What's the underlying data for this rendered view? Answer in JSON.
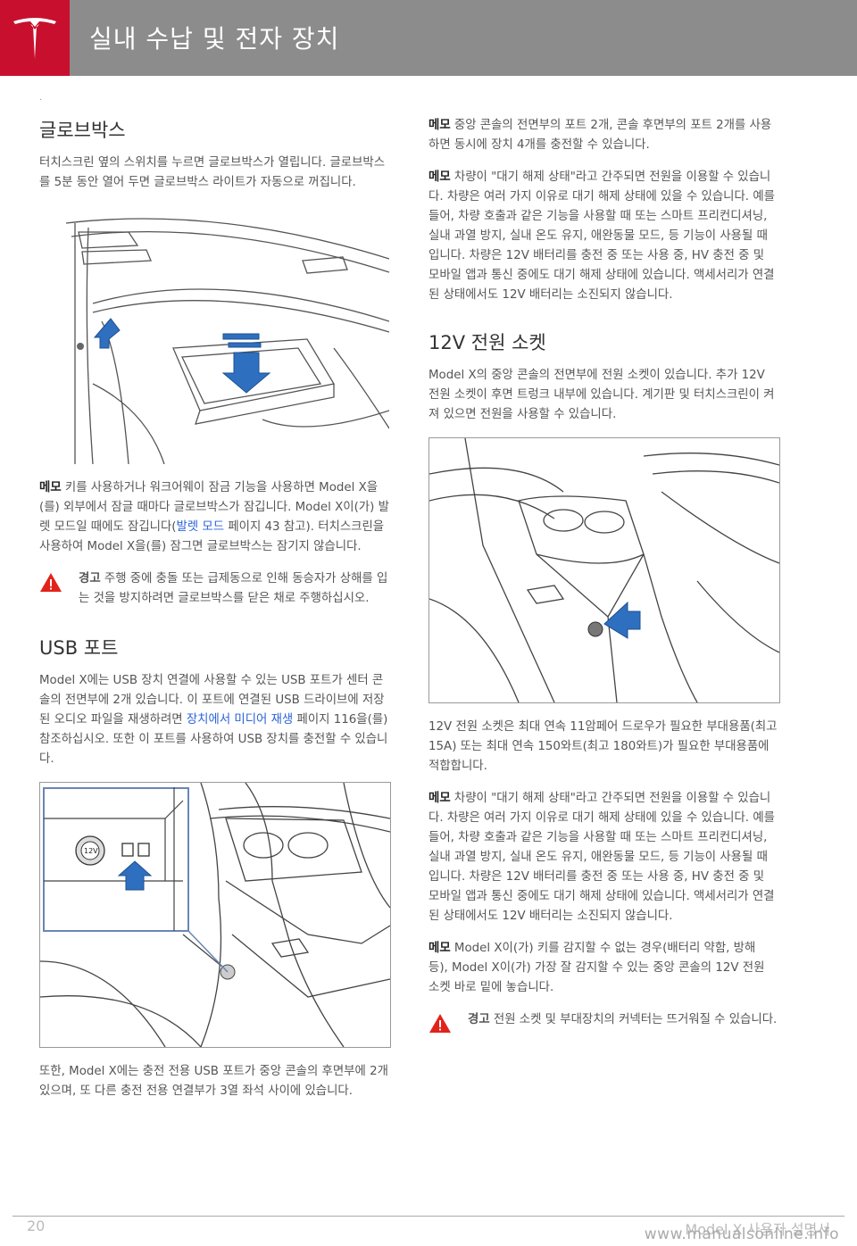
{
  "header": {
    "title": "실내 수납 및 전자 장치"
  },
  "left": {
    "glovebox": {
      "heading": "글로브박스",
      "para1": "터치스크린 옆의 스위치를 누르면 글로브박스가 열립니다. 글로브박스를 5분 동안 열어 두면 글로브박스 라이트가 자동으로 꺼집니다.",
      "note_label": "메모",
      "note_text1": " 키를 사용하거나 워크어웨이 잠금 기능을 사용하면 Model X을(를) 외부에서 잠글 때마다 글로브박스가 잠깁니다. Model X이(가) 발렛 모드일 때에도 잠깁니다(",
      "note_link": "발렛 모드",
      "note_text2": " 페이지 43 참고). 터치스크린을 사용하여 Model X을(를) 잠그면 글로브박스는 잠기지 않습니다.",
      "warning_label": "경고",
      "warning_text": " 주행 중에 충돌 또는 급제동으로 인해 동승자가 상해를 입는 것을 방지하려면 글로브박스를 닫은 채로 주행하십시오."
    },
    "usb": {
      "heading": "USB 포트",
      "para_text1": "Model X에는 USB 장치 연결에 사용할 수 있는 USB 포트가 센터 콘솔의 전면부에 2개 있습니다. 이 포트에 연결된 USB 드라이브에 저장된 오디오 파일을 재생하려면 ",
      "para_link": "장치에서 미디어 재생",
      "para_text2": " 페이지 116을(를) 참조하십시오. 또한 이 포트를 사용하여 USB 장치를 충전할 수 있습니다.",
      "inset_label": "12V",
      "para2": "또한, Model X에는 충전 전용 USB 포트가 중앙 콘솔의 후면부에 2개 있으며, 또 다른 충전 전용 연결부가 3열 좌석 사이에 있습니다."
    }
  },
  "right": {
    "note1_label": "메모",
    "note1_text": " 중앙 콘솔의 전면부의 포트 2개, 콘솔 후면부의 포트 2개를 사용하면 동시에 장치 4개를 충전할 수 있습니다.",
    "note2_label": "메모",
    "note2_text": " 차량이 \"대기 해제 상태\"라고 간주되면 전원을 이용할 수 있습니다. 차량은 여러 가지 이유로 대기 해제 상태에 있을 수 있습니다. 예를 들어, 차량 호출과 같은 기능을 사용할 때 또는 스마트 프리컨디셔닝, 실내 과열 방지, 실내 온도 유지, 애완동물 모드, 등 기능이 사용될 때입니다. 차량은 12V 배터리를 충전 중 또는 사용 중, HV 충전 중 및 모바일 앱과 통신 중에도 대기 해제 상태에 있습니다. 액세서리가 연결된 상태에서도 12V 배터리는 소진되지 않습니다.",
    "socket": {
      "heading": "12V 전원 소켓",
      "para1": "Model X의 중앙 콘솔의 전면부에 전원 소켓이 있습니다. 추가 12V 전원 소켓이 후면 트렁크 내부에 있습니다. 계기판 및 터치스크린이 켜져 있으면 전원을 사용할 수 있습니다.",
      "para2": "12V 전원 소켓은 최대 연속 11암페어 드로우가 필요한 부대용품(최고 15A) 또는 최대 연속 150와트(최고 180와트)가 필요한 부대용품에 적합합니다.",
      "note3_label": "메모",
      "note3_text": " 차량이 \"대기 해제 상태\"라고 간주되면 전원을 이용할 수 있습니다. 차량은 여러 가지 이유로 대기 해제 상태에 있을 수 있습니다. 예를 들어, 차량 호출과 같은 기능을 사용할 때 또는 스마트 프리컨디셔닝, 실내 과열 방지, 실내 온도 유지, 애완동물 모드, 등 기능이 사용될 때입니다. 차량은 12V 배터리를 충전 중 또는 사용 중, HV 충전 중 및 모바일 앱과 통신 중에도 대기 해제 상태에 있습니다. 액세서리가 연결된 상태에서도 12V 배터리는 소진되지 않습니다.",
      "note4_label": "메모",
      "note4_text": " Model X이(가) 키를 감지할 수 없는 경우(배터리 약함, 방해 등), Model X이(가) 가장 잘 감지할 수 있는 중앙 콘솔의 12V 전원 소켓 바로 밑에 놓습니다.",
      "warning_label": "경고",
      "warning_text": " 전원 소켓 및 부대장치의 커넥터는 뜨거워질 수 있습니다."
    }
  },
  "footer": {
    "page_number": "20",
    "manual_title": "Model X 사용자 설명서",
    "watermark": "www.manualsonline.info"
  },
  "colors": {
    "header_bg": "#8c8c8c",
    "logo_bg": "#c8102e",
    "link": "#2a62d8",
    "arrow_blue": "#2f6fc0",
    "warning_red": "#e2231a"
  }
}
